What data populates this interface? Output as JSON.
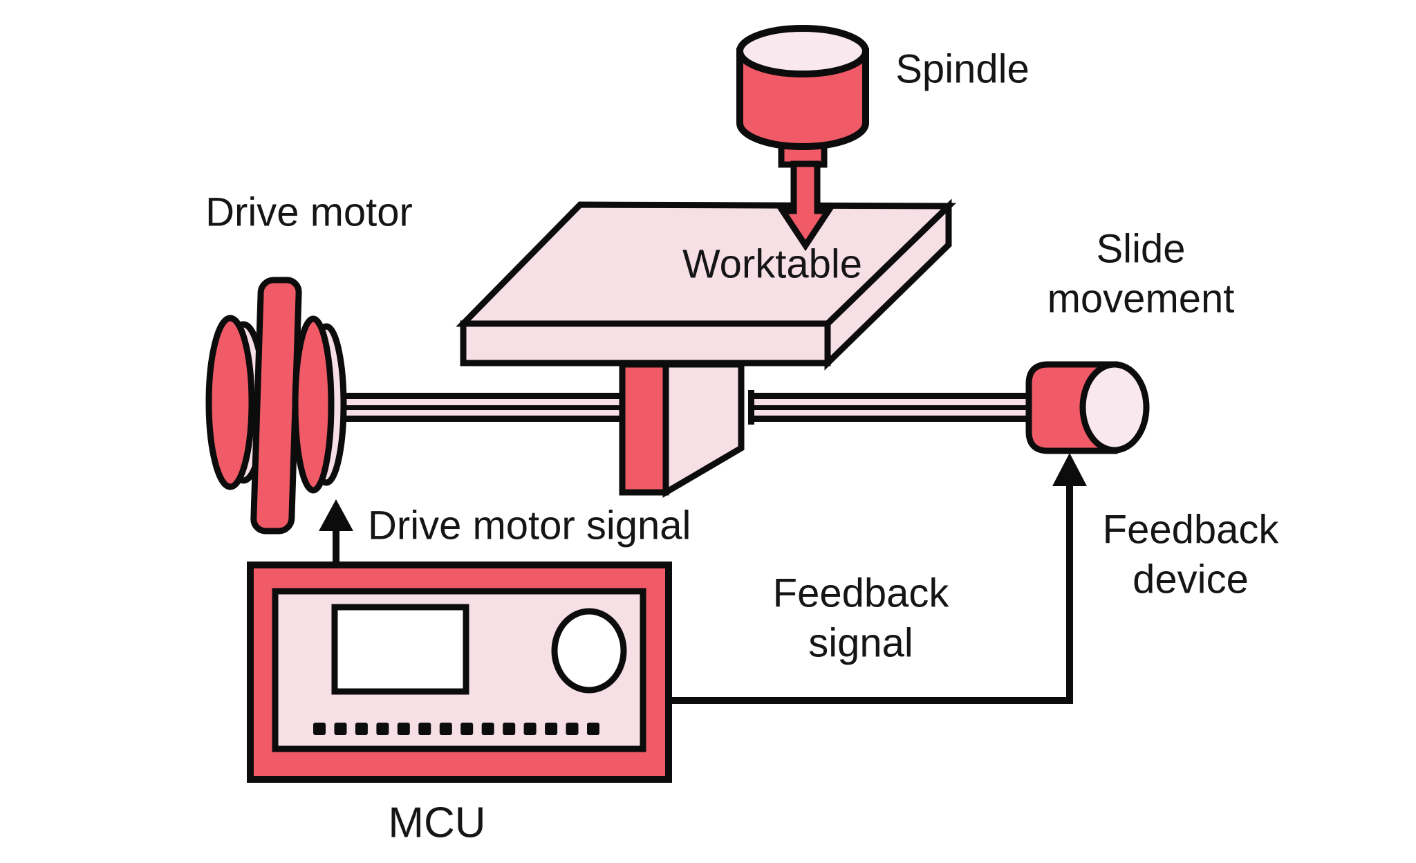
{
  "diagram": {
    "background": "#ffffff",
    "colors": {
      "accent_red": "#f05b67",
      "pink": "#f7dfe6",
      "pink_light": "#f9e8ed",
      "outline": "#0c0c0c",
      "text": "#151515",
      "background": "#ffffff"
    },
    "labels": {
      "spindle": "Spindle",
      "worktable": "Worktable",
      "drive_motor": "Drive motor",
      "slide_movement_line1": "Slide",
      "slide_movement_line2": "movement",
      "drive_motor_signal": "Drive motor signal",
      "feedback_signal_line1": "Feedback",
      "feedback_signal_line2": "signal",
      "feedback_device_line1": "Feedback",
      "feedback_device_line2": "device",
      "mcu": "MCU"
    },
    "mcu": {
      "button_count": 14
    }
  }
}
